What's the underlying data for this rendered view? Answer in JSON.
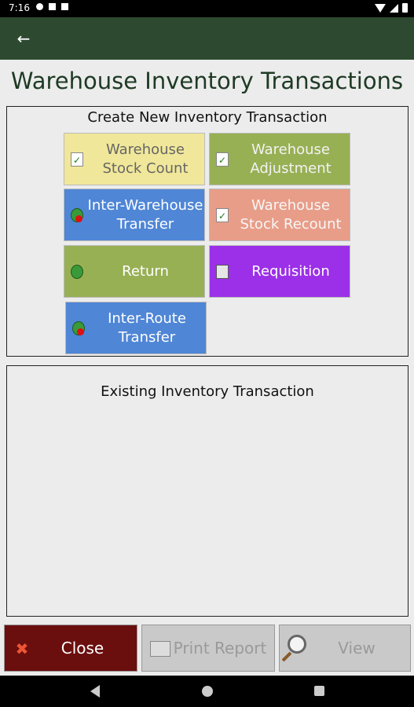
{
  "status_bar": {
    "time": "7:16",
    "icons": [
      "gear-icon",
      "square-icon",
      "sd-card-icon",
      "wifi-icon",
      "signal-icon",
      "battery-icon"
    ]
  },
  "app_bar": {
    "background": "#2d4a30",
    "back_icon": "←"
  },
  "page": {
    "title": "Warehouse Inventory Transactions"
  },
  "create_panel": {
    "title": "Create New Inventory Transaction",
    "buttons": [
      {
        "label": "Warehouse Stock Count",
        "color": "#f0e79a",
        "text_color": "#666666",
        "icon": "checked-document-icon"
      },
      {
        "label": "Warehouse Adjustment",
        "color": "#98b054",
        "text_color": "#f2f2f2",
        "icon": "checked-document-icon"
      },
      {
        "label": "Inter-Warehouse Transfer",
        "color": "#4f86d6",
        "text_color": "#ffffff",
        "icon": "globe-red-icon"
      },
      {
        "label": "Warehouse Stock Recount",
        "color": "#e89d88",
        "text_color": "#f7f7f7",
        "icon": "checked-document-icon"
      },
      {
        "label": "Return",
        "color": "#98b054",
        "text_color": "#ffffff",
        "icon": "globe-green-icon"
      },
      {
        "label": "Requisition",
        "color": "#9b30e8",
        "text_color": "#ffffff",
        "icon": "clipboard-icon"
      },
      {
        "label": "Inter-Route Transfer",
        "color": "#4f86d6",
        "text_color": "#ffffff",
        "icon": "globe-red-icon"
      }
    ]
  },
  "existing_panel": {
    "title": "Existing Inventory Transaction"
  },
  "bottom_buttons": {
    "close": {
      "label": "Close",
      "icon": "close-x-icon",
      "enabled": true
    },
    "print": {
      "label": "Print Report",
      "icon": "printer-icon",
      "enabled": false
    },
    "view": {
      "label": "View",
      "icon": "magnifier-icon",
      "enabled": false
    }
  }
}
